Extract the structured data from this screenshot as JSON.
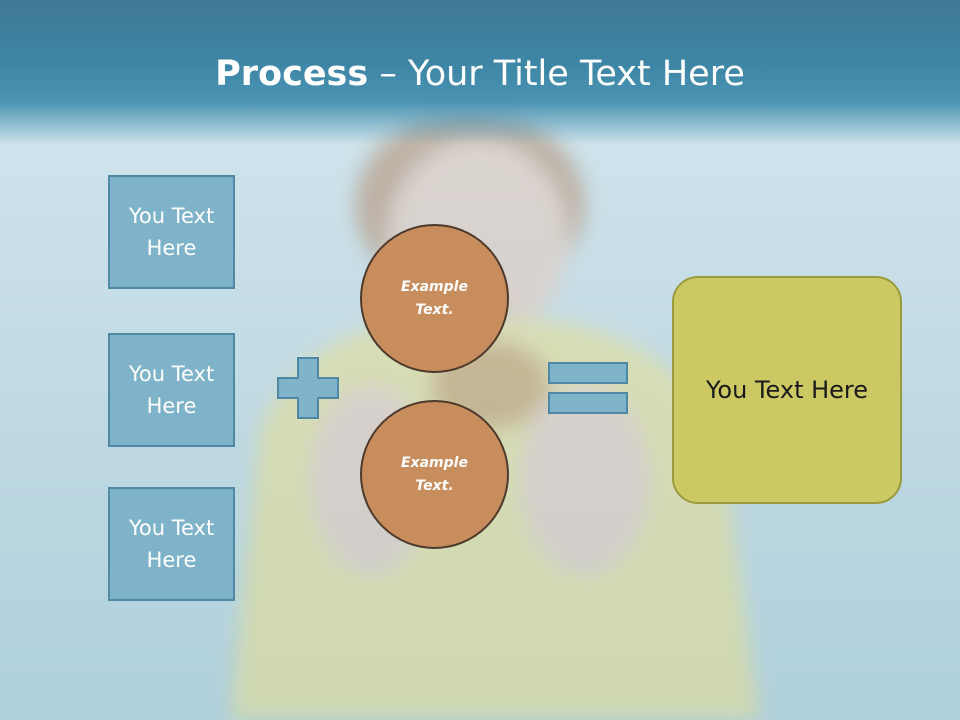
{
  "slide": {
    "title_strong": "Process",
    "title_rest": " – Your Title Text Here"
  },
  "left_boxes": [
    {
      "label": "You Text Here"
    },
    {
      "label": "You Text Here"
    },
    {
      "label": "You Text Here"
    }
  ],
  "circles": [
    {
      "label": "Example Text."
    },
    {
      "label": "Example Text."
    }
  ],
  "result": {
    "label": "You Text Here"
  },
  "icons": {
    "operator_1": "plus-icon",
    "operator_2": "equals-icon"
  },
  "colors": {
    "title_bar": "#3e86a6",
    "left_box_fill": "#7eb3c9",
    "left_box_border": "#4e88a4",
    "circle_fill": "#c88d5d",
    "circle_border": "#4e3a2c",
    "result_fill": "#ccc964",
    "result_border": "#9a9a3e"
  }
}
